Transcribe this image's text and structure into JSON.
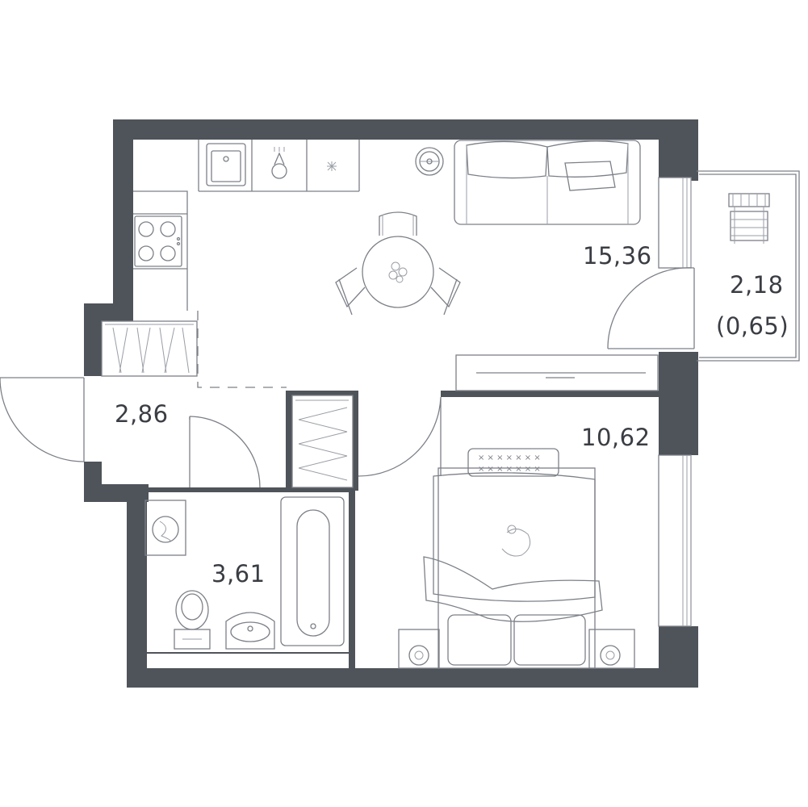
{
  "floorplan": {
    "rooms": [
      {
        "id": "living-kitchen",
        "area": "15,36"
      },
      {
        "id": "balcony",
        "area": "2,18",
        "reduced_area": "(0,65)"
      },
      {
        "id": "hallway",
        "area": "2,86"
      },
      {
        "id": "bedroom",
        "area": "10,62"
      },
      {
        "id": "bathroom",
        "area": "3,61"
      }
    ],
    "colors": {
      "wall": "#4f535a",
      "line": "#7c8087",
      "text": "#3a3d43"
    }
  }
}
